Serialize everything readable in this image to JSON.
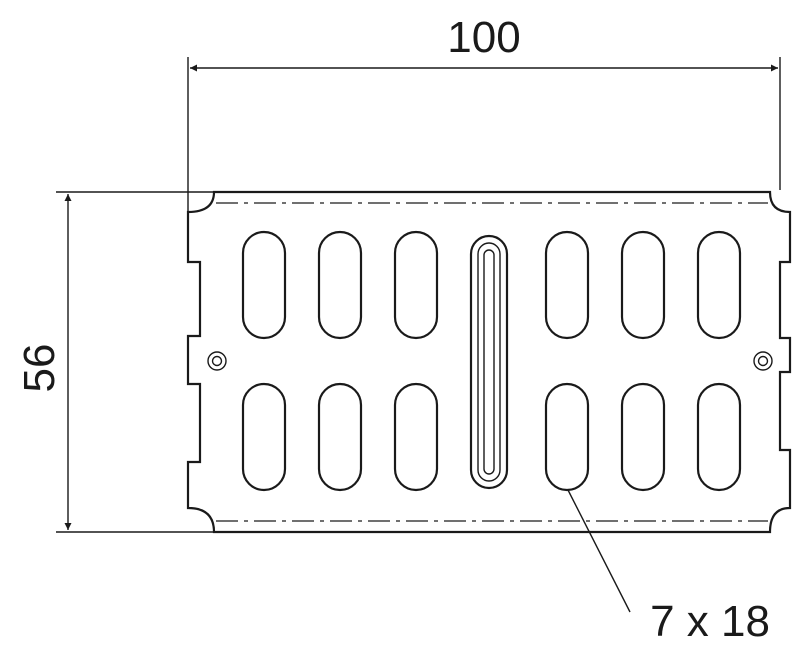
{
  "dimensions": {
    "width_label": "100",
    "height_label": "56",
    "slot_label": "7 x 18"
  },
  "colors": {
    "line": "#1a1a1a",
    "background": "#ffffff"
  }
}
